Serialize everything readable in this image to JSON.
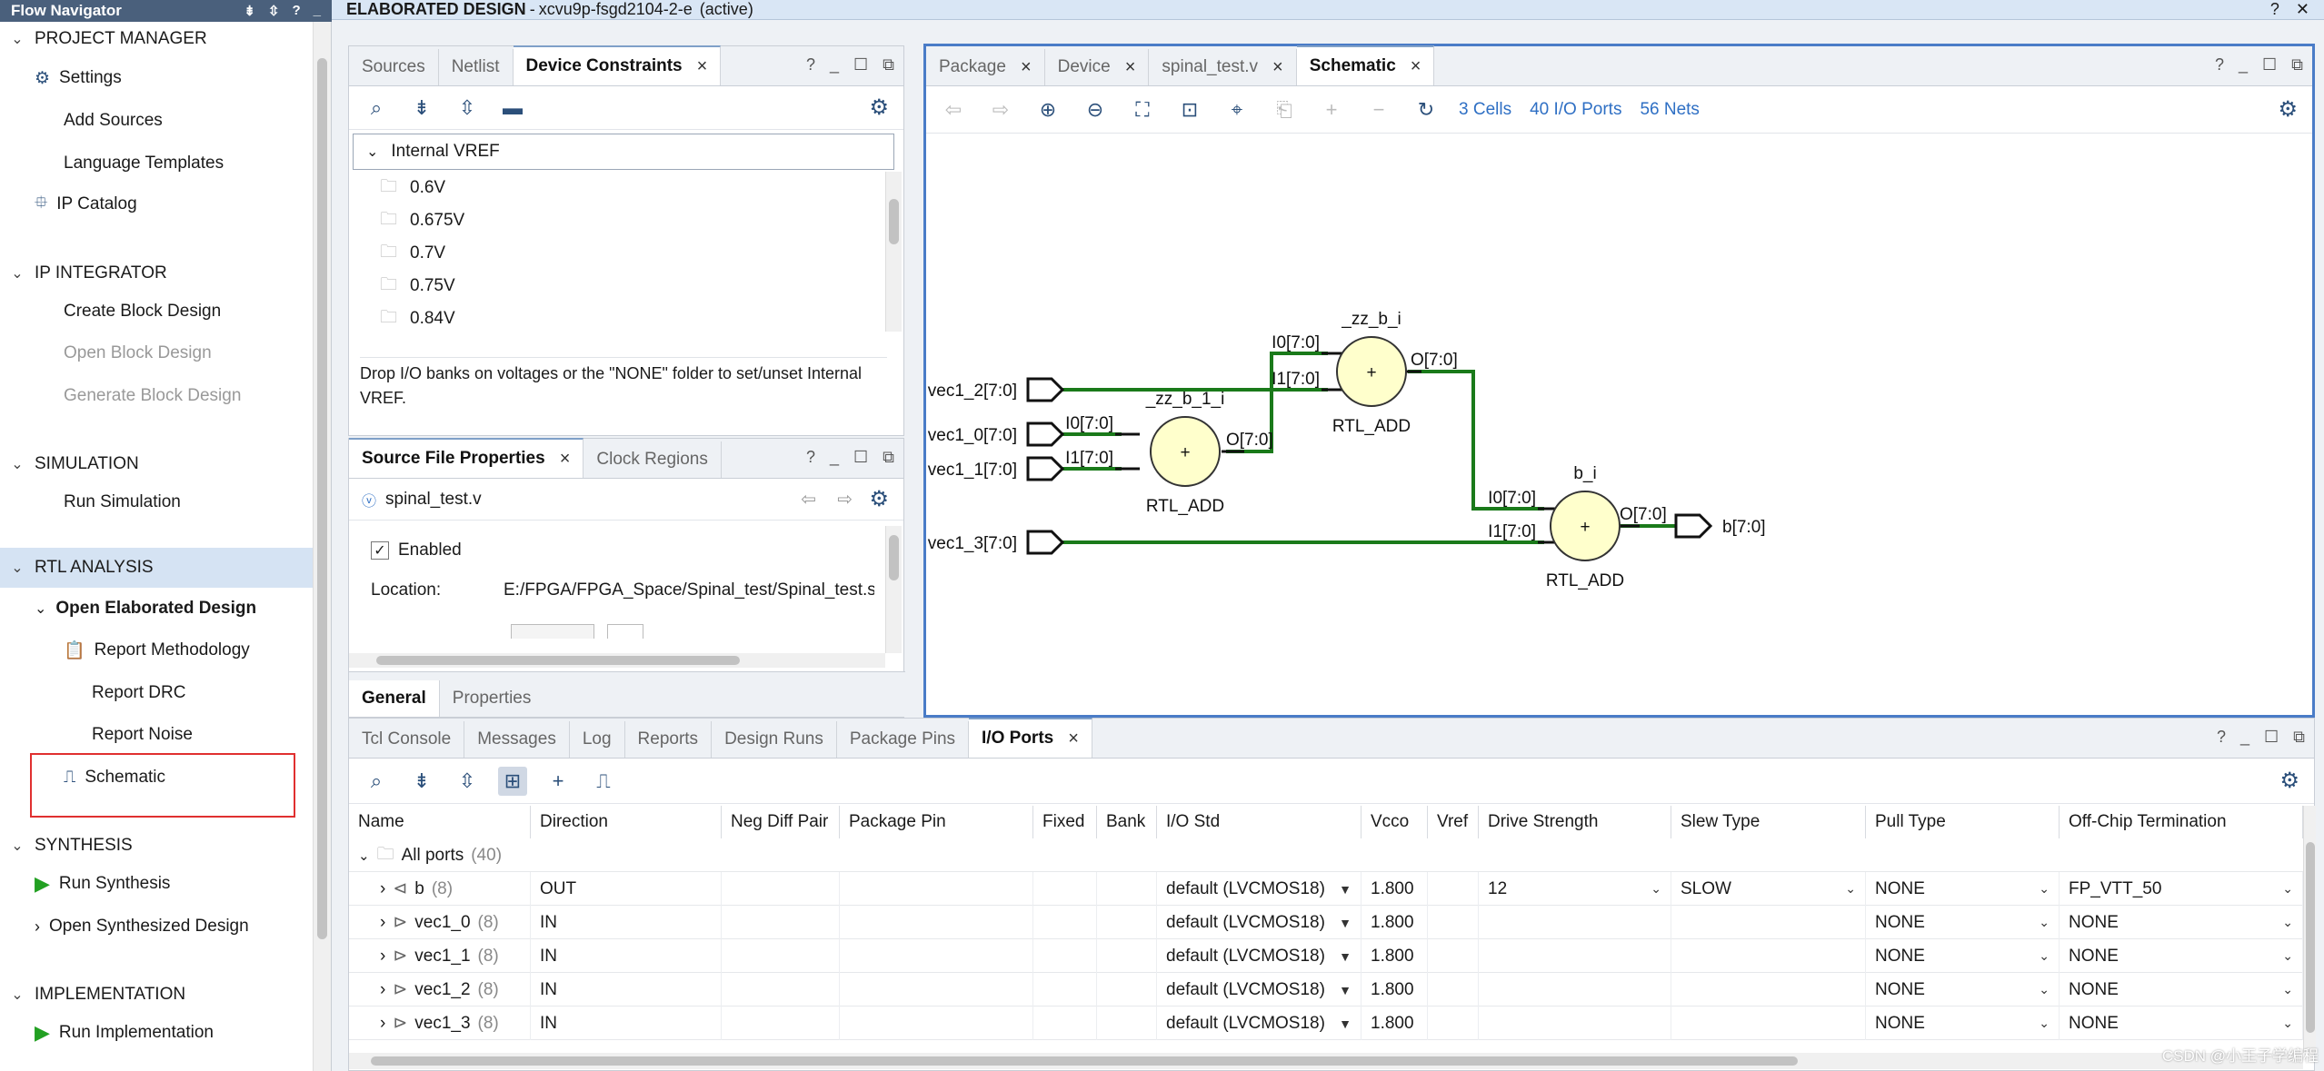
{
  "window_title": "ELABORATED DESIGN",
  "window_part": "xcvu9p-fsgd2104-2-e",
  "window_state": "(active)",
  "flow_navigator": {
    "title": "Flow Navigator",
    "sections": {
      "project_manager": "PROJECT MANAGER",
      "ip_integrator": "IP INTEGRATOR",
      "simulation": "SIMULATION",
      "rtl_analysis": "RTL ANALYSIS",
      "synthesis": "SYNTHESIS",
      "implementation": "IMPLEMENTATION"
    },
    "items": {
      "settings": "Settings",
      "add_sources": "Add Sources",
      "language_templates": "Language Templates",
      "ip_catalog": "IP Catalog",
      "create_block_design": "Create Block Design",
      "open_block_design": "Open Block Design",
      "generate_block_design": "Generate Block Design",
      "run_simulation": "Run Simulation",
      "open_elaborated_design": "Open Elaborated Design",
      "report_methodology": "Report Methodology",
      "report_drc": "Report DRC",
      "report_noise": "Report Noise",
      "schematic": "Schematic",
      "run_synthesis": "Run Synthesis",
      "open_synthesized_design": "Open Synthesized Design",
      "run_implementation": "Run Implementation"
    }
  },
  "constraints_panel": {
    "tabs": [
      "Sources",
      "Netlist",
      "Device Constraints"
    ],
    "tree_root": "Internal VREF",
    "voltages": [
      "0.6V",
      "0.675V",
      "0.7V",
      "0.75V",
      "0.84V"
    ],
    "hint": "Drop I/O banks on voltages or the \"NONE\" folder to set/unset Internal VREF."
  },
  "properties_panel": {
    "tabs": [
      "Source File Properties",
      "Clock Regions"
    ],
    "file": "spinal_test.v",
    "enabled_label": "Enabled",
    "location_label": "Location:",
    "location_value": "E:/FPGA/FPGA_Space/Spinal_test/Spinal_test.srcs",
    "bottom_tabs": [
      "General",
      "Properties"
    ]
  },
  "schematic_panel": {
    "tabs": [
      "Package",
      "Device",
      "spinal_test.v",
      "Schematic"
    ],
    "cells_link": "3 Cells",
    "ports_link": "40 I/O Ports",
    "nets_link": "56 Nets",
    "inputs": [
      "vec1_2[7:0]",
      "vec1_0[7:0]",
      "vec1_1[7:0]",
      "vec1_3[7:0]"
    ],
    "output": "b[7:0]",
    "adders": [
      {
        "inst": "_zz_b_1_i",
        "type": "RTL_ADD",
        "in0": "I0[7:0]",
        "in1": "I1[7:0]",
        "out": "O[7:0]"
      },
      {
        "inst": "_zz_b_i",
        "type": "RTL_ADD",
        "in0": "I0[7:0]",
        "in1": "I1[7:0]",
        "out": "O[7:0]"
      },
      {
        "inst": "b_i",
        "type": "RTL_ADD",
        "in0": "I0[7:0]",
        "in1": "I1[7:0]",
        "out": "O[7:0]"
      }
    ],
    "plus": "+",
    "wire_color": "#1a7a1a"
  },
  "bottom_panel": {
    "tabs": [
      "Tcl Console",
      "Messages",
      "Log",
      "Reports",
      "Design Runs",
      "Package Pins",
      "I/O Ports"
    ],
    "columns": [
      "Name",
      "Direction",
      "Neg Diff Pair",
      "Package Pin",
      "Fixed",
      "Bank",
      "I/O Std",
      "Vcco",
      "Vref",
      "Drive Strength",
      "Slew Type",
      "Pull Type",
      "Off-Chip Termination"
    ],
    "group": {
      "label": "All ports",
      "count": "(40)"
    },
    "rows": [
      {
        "name": "b",
        "width": "(8)",
        "dir": "OUT",
        "iostd": "default (LVCMOS18)",
        "vcco": "1.800",
        "drive": "12",
        "slew": "SLOW",
        "pull": "NONE",
        "term": "FP_VTT_50"
      },
      {
        "name": "vec1_0",
        "width": "(8)",
        "dir": "IN",
        "iostd": "default (LVCMOS18)",
        "vcco": "1.800",
        "drive": "",
        "slew": "",
        "pull": "NONE",
        "term": "NONE"
      },
      {
        "name": "vec1_1",
        "width": "(8)",
        "dir": "IN",
        "iostd": "default (LVCMOS18)",
        "vcco": "1.800",
        "drive": "",
        "slew": "",
        "pull": "NONE",
        "term": "NONE"
      },
      {
        "name": "vec1_2",
        "width": "(8)",
        "dir": "IN",
        "iostd": "default (LVCMOS18)",
        "vcco": "1.800",
        "drive": "",
        "slew": "",
        "pull": "NONE",
        "term": "NONE"
      },
      {
        "name": "vec1_3",
        "width": "(8)",
        "dir": "IN",
        "iostd": "default (LVCMOS18)",
        "vcco": "1.800",
        "drive": "",
        "slew": "",
        "pull": "NONE",
        "term": "NONE"
      }
    ]
  },
  "watermark": "CSDN @小王子学编程",
  "colors": {
    "accent": "#2e6fc4",
    "nav_header": "#4a607c",
    "highlight_box": "#e03030",
    "adder_fill": "#ffffcc"
  }
}
